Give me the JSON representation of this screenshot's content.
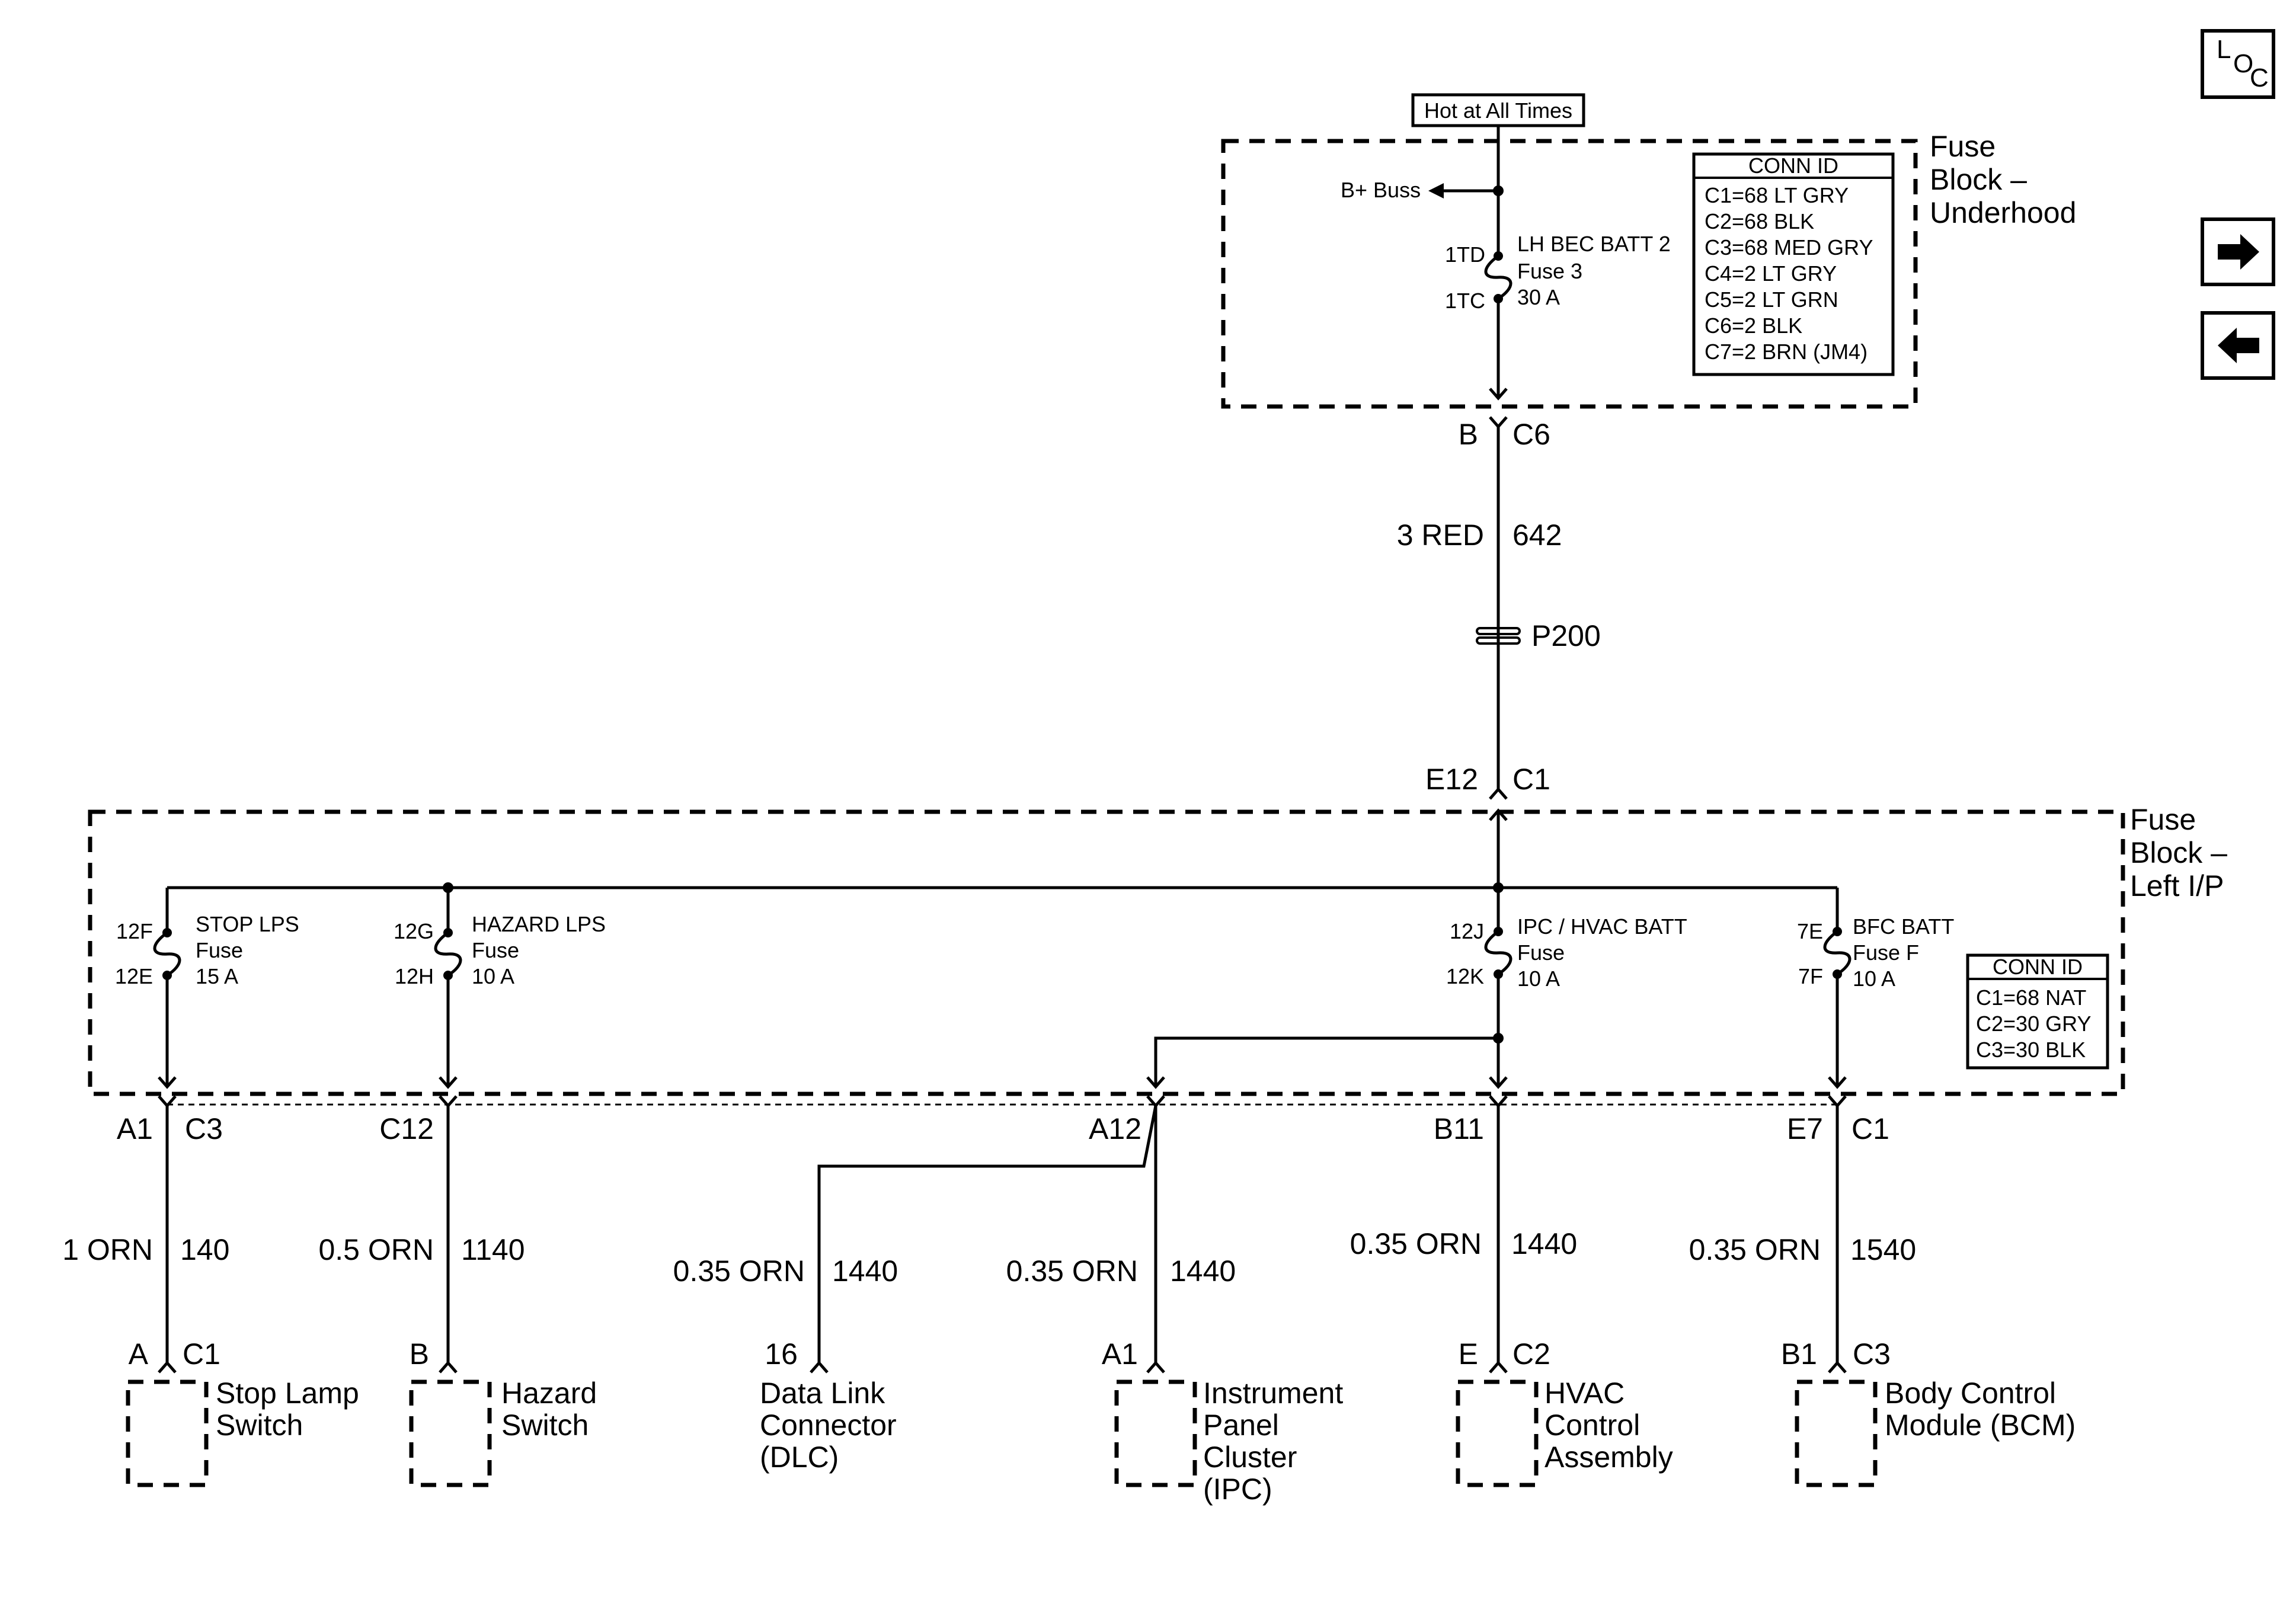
{
  "supply": {
    "label": "Hot at All Times"
  },
  "loc_icon": {
    "l": "L",
    "o": "O",
    "c": "C"
  },
  "nav": {
    "next_icon": "right-arrow-icon",
    "prev_icon": "left-arrow-icon"
  },
  "underhood": {
    "title": [
      "Fuse",
      "Block –",
      "Underhood"
    ],
    "bplus": "B+ Buss",
    "fuse": {
      "top": "1TD",
      "bottom": "1TC",
      "lines": [
        "LH BEC BATT 2",
        "Fuse 3",
        "30 A"
      ]
    },
    "conn_id": {
      "header": "CONN ID",
      "rows": [
        "C1=68 LT GRY",
        "C2=68 BLK",
        "C3=68 MED GRY",
        "C4=2 LT GRY",
        "C5=2 LT GRN",
        "C6=2 BLK",
        "C7=2 BRN (JM4)"
      ]
    },
    "out_pin": "B",
    "out_conn": "C6"
  },
  "feed_wire": {
    "size_color": "3 RED",
    "circuit": "642"
  },
  "splice": {
    "label": "P200"
  },
  "ip_in": {
    "pin": "E12",
    "conn": "C1"
  },
  "ip": {
    "title": [
      "Fuse",
      "Block –",
      "Left I/P"
    ],
    "conn_id": {
      "header": "CONN ID",
      "rows": [
        "C1=68 NAT",
        "C2=30 GRY",
        "C3=30 BLK"
      ]
    },
    "fuses": [
      {
        "top": "12F",
        "bottom": "12E",
        "lines": [
          "STOP LPS",
          "Fuse",
          "15 A"
        ]
      },
      {
        "top": "12G",
        "bottom": "12H",
        "lines": [
          "HAZARD LPS",
          "Fuse",
          "10 A"
        ]
      },
      {
        "top": "12J",
        "bottom": "12K",
        "lines": [
          "IPC / HVAC BATT",
          "Fuse",
          "10 A"
        ]
      },
      {
        "top": "7E",
        "bottom": "7F",
        "lines": [
          "BFC BATT",
          "Fuse F",
          "10 A"
        ]
      }
    ]
  },
  "outputs": [
    {
      "pin": "A1",
      "conn": "C3"
    },
    {
      "pin": "C12",
      "conn": ""
    },
    {
      "pin": "A12",
      "conn": ""
    },
    {
      "pin": "B11",
      "conn": ""
    },
    {
      "pin": "E7",
      "conn": "C1"
    }
  ],
  "wires": [
    {
      "size_color": "1 ORN",
      "circuit": "140"
    },
    {
      "size_color": "0.5 ORN",
      "circuit": "1140"
    },
    {
      "size_color": "0.35 ORN",
      "circuit": "1440"
    },
    {
      "size_color": "0.35 ORN",
      "circuit": "1440"
    },
    {
      "size_color": "0.35 ORN",
      "circuit": "1440"
    },
    {
      "size_color": "0.35 ORN",
      "circuit": "1540"
    }
  ],
  "components": [
    {
      "pin": "A",
      "conn": "C1",
      "lines": [
        "Stop Lamp",
        "Switch"
      ]
    },
    {
      "pin": "B",
      "conn": "",
      "lines": [
        "Hazard",
        "Switch"
      ]
    },
    {
      "pin": "16",
      "conn": "",
      "lines": [
        "Data Link",
        "Connector",
        "(DLC)"
      ]
    },
    {
      "pin": "A1",
      "conn": "",
      "lines": [
        "Instrument",
        "Panel",
        "Cluster",
        "(IPC)"
      ]
    },
    {
      "pin": "E",
      "conn": "C2",
      "lines": [
        "HVAC",
        "Control",
        "Assembly"
      ]
    },
    {
      "pin": "B1",
      "conn": "C3",
      "lines": [
        "Body Control",
        "Module (BCM)"
      ]
    }
  ]
}
